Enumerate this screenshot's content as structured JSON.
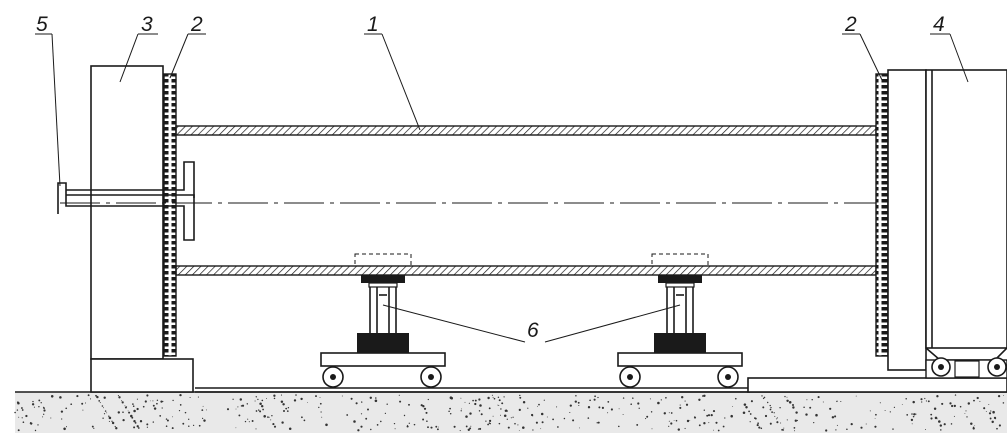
{
  "labels": {
    "tube": "1",
    "flange_left": "2",
    "flange_right": "2",
    "left_block": "3",
    "right_block": "4",
    "hook": "5",
    "supports": "6"
  },
  "colors": {
    "ink": "#1a1a1a",
    "paper": "#ffffff",
    "ground": "#e6e6e6"
  }
}
